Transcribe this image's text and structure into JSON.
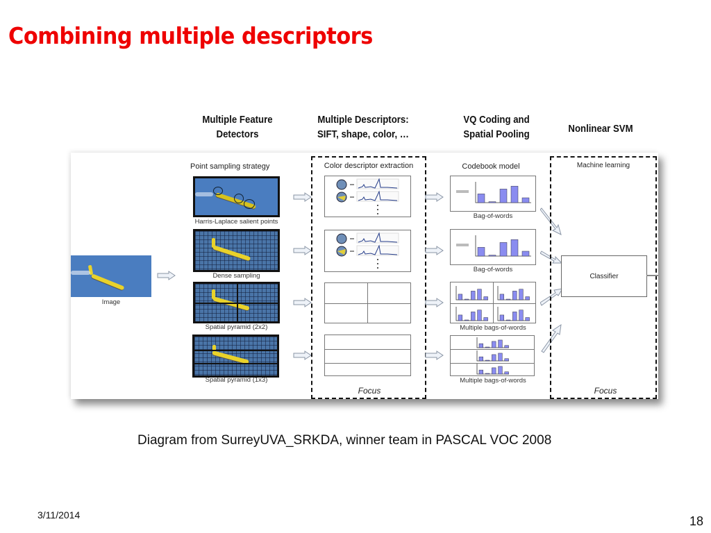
{
  "slide": {
    "title": "Combining multiple descriptors",
    "caption": "Diagram from SurreyUVA_SRKDA, winner team in PASCAL VOC 2008",
    "date": "3/11/2014",
    "page_number": "18",
    "title_color": "#ee0000"
  },
  "stage_labels": [
    {
      "line1": "Multiple Feature",
      "line2": "Detectors"
    },
    {
      "line1": "Multiple Descriptors:",
      "line2": "SIFT, shape, color, …"
    },
    {
      "line1": "VQ Coding and",
      "line2": "Spatial Pooling"
    },
    {
      "line1": "Nonlinear SVM",
      "line2": ""
    }
  ],
  "diagram": {
    "input_image_label": "Image",
    "point_sampling": {
      "header": "Point sampling strategy",
      "items": [
        "Harris-Laplace salient points",
        "Dense sampling",
        "Spatial pyramid (2x2)",
        "Spatial pyramid (1x3)"
      ]
    },
    "descriptor_extraction": {
      "header": "Color descriptor extraction",
      "focus_label": "Focus"
    },
    "codebook": {
      "header": "Codebook model",
      "items": [
        "Bag-of-words",
        "Bag-of-words",
        "Multiple bags-of-words",
        "Multiple bags-of-words"
      ],
      "histogram_values": [
        0.45,
        0.05,
        0.7,
        0.85,
        0.25
      ]
    },
    "machine_learning": {
      "header": "Machine learning",
      "classifier_label": "Classifier",
      "focus_label": "Focus"
    }
  }
}
